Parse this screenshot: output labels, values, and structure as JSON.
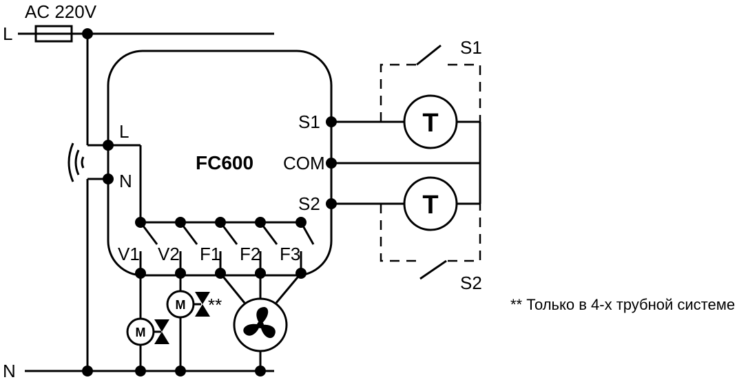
{
  "supply": {
    "voltage_label": "AC 220V",
    "line_label": "L",
    "neutral_label": "N"
  },
  "controller": {
    "model": "FC600",
    "terminals": {
      "L": "L",
      "N": "N",
      "V1": "V1",
      "V2": "V2",
      "F1": "F1",
      "F2": "F2",
      "F3": "F3",
      "S1": "S1",
      "COM": "COM",
      "S2": "S2"
    }
  },
  "switches": {
    "s1_label": "S1",
    "s2_label": "S2"
  },
  "thermostat_symbol": "T",
  "valve_motor_symbol": "M",
  "valve2_mark": "**",
  "footnote": "** Только в 4-х трубной системе",
  "icons": [
    "fuse-icon",
    "wireless-icon",
    "valve-icon",
    "fan-icon",
    "thermostat-icon",
    "motor-icon"
  ]
}
